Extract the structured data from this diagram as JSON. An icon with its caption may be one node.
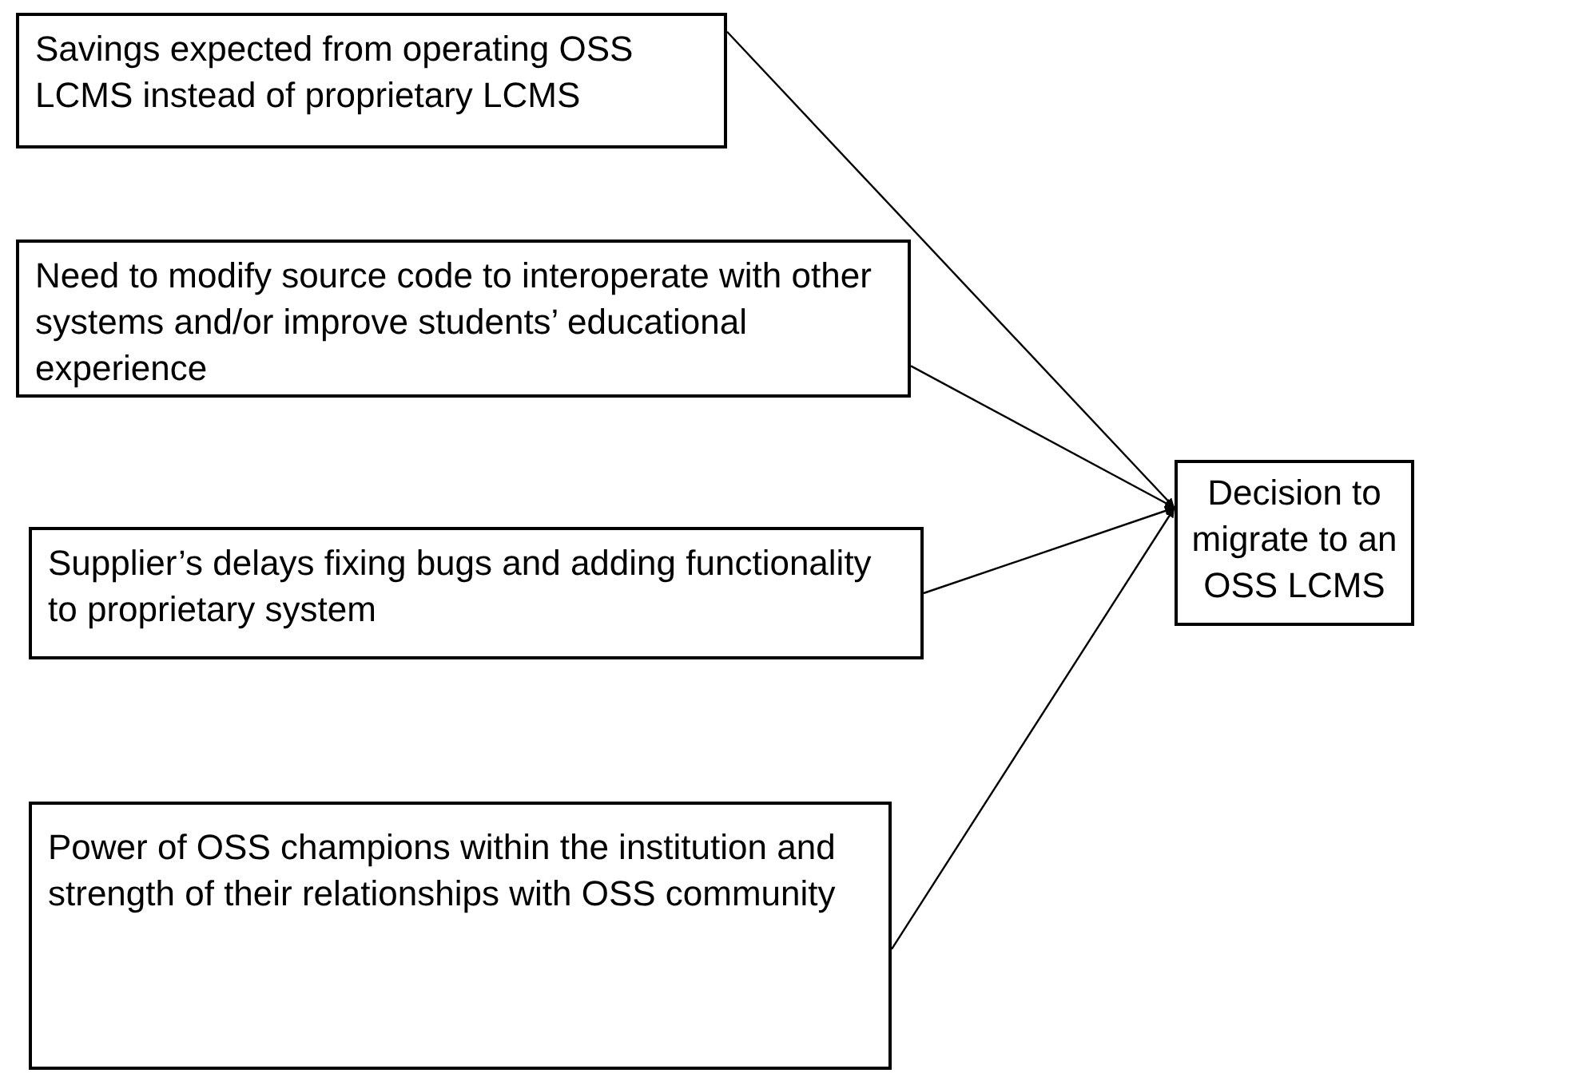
{
  "diagram": {
    "nodes": [
      {
        "text": [
          "Savings expected from operating OSS LCMS instead of proprietary LCMS"
        ]
      },
      {
        "text": [
          "Need to modify source code to interoperate with other systems and/or improve students’ educational experience"
        ]
      },
      {
        "text": [
          "Supplier’s delays fixing bugs and adding functionality to proprietary system"
        ]
      },
      {
        "text": [
          "Power of OSS champions within the institution and strength of their relationships with OSS community"
        ]
      },
      {
        "text": [
          "Decision to migrate to an OSS LCMS"
        ]
      }
    ],
    "edges": [
      {
        "from": 0,
        "to": 4,
        "arrow": "to"
      },
      {
        "from": 1,
        "to": 4,
        "arrow": "to"
      },
      {
        "from": 2,
        "to": 4,
        "arrow": "to"
      },
      {
        "from": 3,
        "to": 4,
        "arrow": "to"
      }
    ]
  }
}
